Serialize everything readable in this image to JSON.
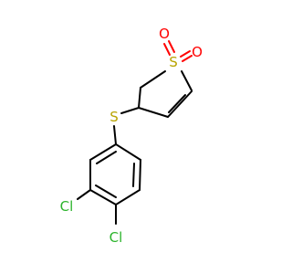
{
  "molecule": {
    "atoms": [
      {
        "id": "S1",
        "symbol": "S",
        "label": "S",
        "color": "#b8a300"
      },
      {
        "id": "O1",
        "symbol": "O",
        "label": "O",
        "color": "#ff0000"
      },
      {
        "id": "O2",
        "symbol": "O",
        "label": "O",
        "color": "#ff0000"
      },
      {
        "id": "S2",
        "symbol": "S",
        "label": "S",
        "color": "#b8a300"
      },
      {
        "id": "Cl1",
        "symbol": "Cl",
        "label": "Cl",
        "color": "#2db42d"
      },
      {
        "id": "Cl2",
        "symbol": "Cl",
        "label": "Cl",
        "color": "#2db42d"
      }
    ],
    "bond_color": "#000000"
  }
}
